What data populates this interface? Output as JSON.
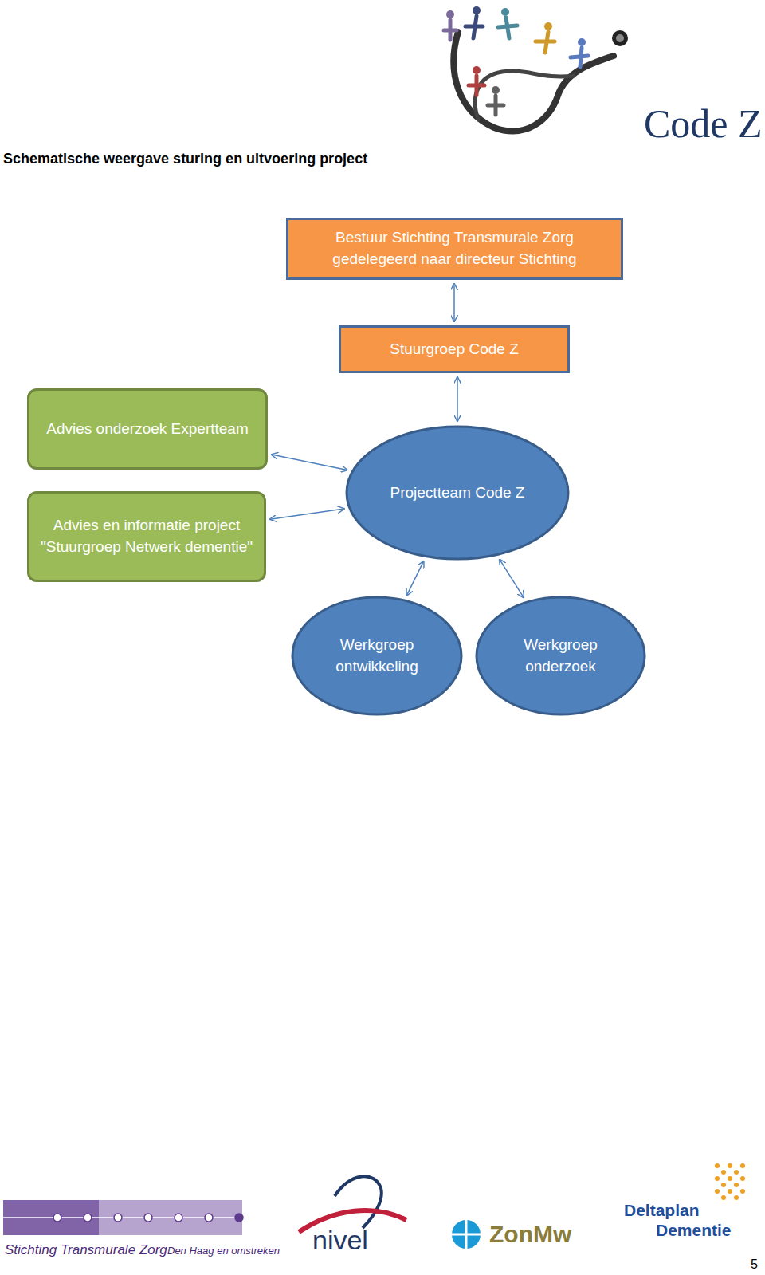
{
  "diagram": {
    "title": "Schematische weergave sturing en uitvoering project",
    "nodes": [
      {
        "text": [
          "Bestuur Stichting Transmurale Zorg gedelegeerd naar directeur Stichting"
        ]
      },
      {
        "text": [
          "Stuurgroep Code Z"
        ]
      },
      {
        "text": [
          "Advies onderzoek Expertteam"
        ]
      },
      {
        "text": [
          "Advies en informatie project \"Stuurgroep Netwerk dementie\""
        ]
      },
      {
        "text": [
          "Projectteam Code Z"
        ]
      },
      {
        "text": [
          "Werkgroep ontwikkeling"
        ]
      },
      {
        "text": [
          "Werkgroep onderzoek"
        ]
      }
    ],
    "edges": [
      {
        "from": 0,
        "to": 1,
        "arrow": "both"
      },
      {
        "from": 1,
        "to": 4,
        "arrow": "both"
      },
      {
        "from": 2,
        "to": 4,
        "arrow": "both"
      },
      {
        "from": 3,
        "to": 4,
        "arrow": "both"
      },
      {
        "from": 4,
        "to": 5,
        "arrow": "both"
      },
      {
        "from": 4,
        "to": 6,
        "arrow": "both"
      }
    ],
    "labels": [
      "Code Z",
      "Stichting Transmurale Zorg",
      "Den Haag en omstreken",
      "nivel",
      "ZonMw",
      "Deltaplan",
      "Dementie",
      "5"
    ]
  }
}
